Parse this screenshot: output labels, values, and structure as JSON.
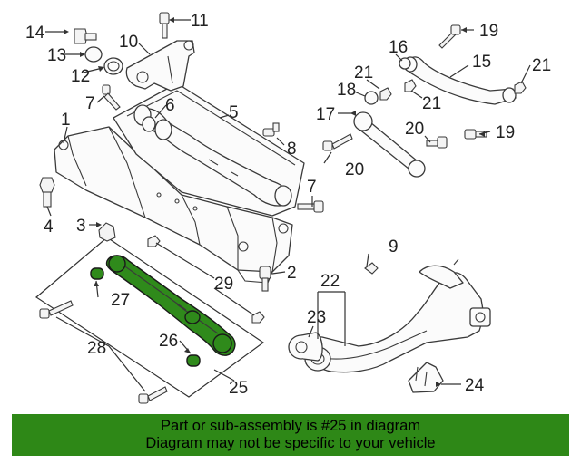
{
  "callouts": {
    "c1": "1",
    "c2": "2",
    "c3": "3",
    "c4": "4",
    "c5": "5",
    "c6": "6",
    "c7a": "7",
    "c7b": "7",
    "c8": "8",
    "c9": "9",
    "c10": "10",
    "c11": "11",
    "c12": "12",
    "c13": "13",
    "c14": "14",
    "c15": "15",
    "c16": "16",
    "c17": "17",
    "c18": "18",
    "c19a": "19",
    "c19b": "19",
    "c20a": "20",
    "c20b": "20",
    "c21a": "21",
    "c21b": "21",
    "c21c": "21",
    "c22": "22",
    "c23": "23",
    "c24": "24",
    "c25": "25",
    "c26": "26",
    "c27": "27",
    "c28": "28",
    "c29": "29"
  },
  "banner": {
    "line1": "Part or sub-assembly is #25 in diagram",
    "line2": "Diagram may not be specific to your vehicle"
  },
  "colors": {
    "highlight": "#2f8a1b",
    "banner": "#2e8817"
  }
}
